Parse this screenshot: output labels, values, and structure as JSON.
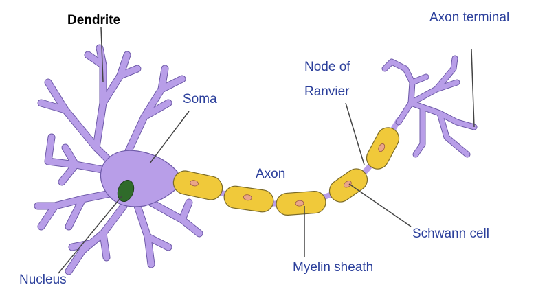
{
  "labels": {
    "dendrite": "Dendrite",
    "soma": "Soma",
    "nucleus": "Nucleus",
    "axon": "Axon",
    "node_of_ranvier_line1": "Node of",
    "node_of_ranvier_line2": "Ranvier",
    "axon_terminal": "Axon terminal",
    "schwann_cell": "Schwann cell",
    "myelin_sheath": "Myelin sheath"
  },
  "colors": {
    "label_blue": "#2b3f9b",
    "title_black": "#000000",
    "neuron_fill": "#b89ee8",
    "neuron_stroke": "#6e5aa8",
    "myelin_fill": "#f0c93a",
    "myelin_stroke": "#7a6a28",
    "schwann_nucleus": "#e9a58a",
    "nucleus_fill": "#2f6b2a",
    "leader_line": "#444444"
  },
  "icons": {
    "neuron": "neuron-illustration"
  }
}
